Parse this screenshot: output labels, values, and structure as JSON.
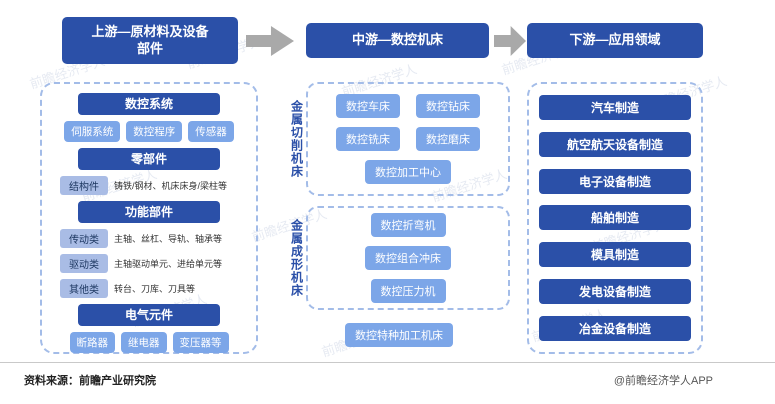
{
  "headers": {
    "upstream": "上游—原材料及设备\n部件",
    "midstream": "中游—数控机床",
    "downstream": "下游—应用领域"
  },
  "upstream": {
    "sections": [
      {
        "title": "数控系统",
        "items": [
          "伺服系统",
          "数控程序",
          "传感器"
        ]
      },
      {
        "title": "零部件",
        "rows": [
          {
            "label": "结构件",
            "desc": "铸铁/钢材、机床床身/梁柱等"
          }
        ]
      },
      {
        "title": "功能部件",
        "rows": [
          {
            "label": "传动类",
            "desc": "主轴、丝杠、导轨、轴承等"
          },
          {
            "label": "驱动类",
            "desc": "主轴驱动单元、进给单元等"
          },
          {
            "label": "其他类",
            "desc": "转台、刀库、刀具等"
          }
        ]
      },
      {
        "title": "电气元件",
        "items": [
          "断路器",
          "继电器",
          "变压器等"
        ]
      }
    ]
  },
  "midstream": {
    "groups": [
      {
        "label": "金属切削机床",
        "items": [
          "数控车床",
          "数控钻床",
          "数控铣床",
          "数控磨床",
          "数控加工中心"
        ]
      },
      {
        "label": "金属成形机床",
        "items": [
          "数控折弯机",
          "数控组合冲床",
          "数控压力机"
        ]
      }
    ],
    "special": "数控特种加工机床"
  },
  "downstream": {
    "items": [
      "汽车制造",
      "航空航天设备制造",
      "电子设备制造",
      "船舶制造",
      "模具制造",
      "发电设备制造",
      "冶金设备制造"
    ]
  },
  "footer": {
    "source": "资料来源：前瞻产业研究院",
    "credit": "@前瞻经济学人APP"
  },
  "watermark": {
    "text": "前瞻经济学人"
  },
  "colors": {
    "dark_blue": "#2B50A8",
    "light_blue": "#7CA6E8",
    "muted_blue": "#A9BCE5",
    "arrow_gray": "#A9A9A9"
  }
}
